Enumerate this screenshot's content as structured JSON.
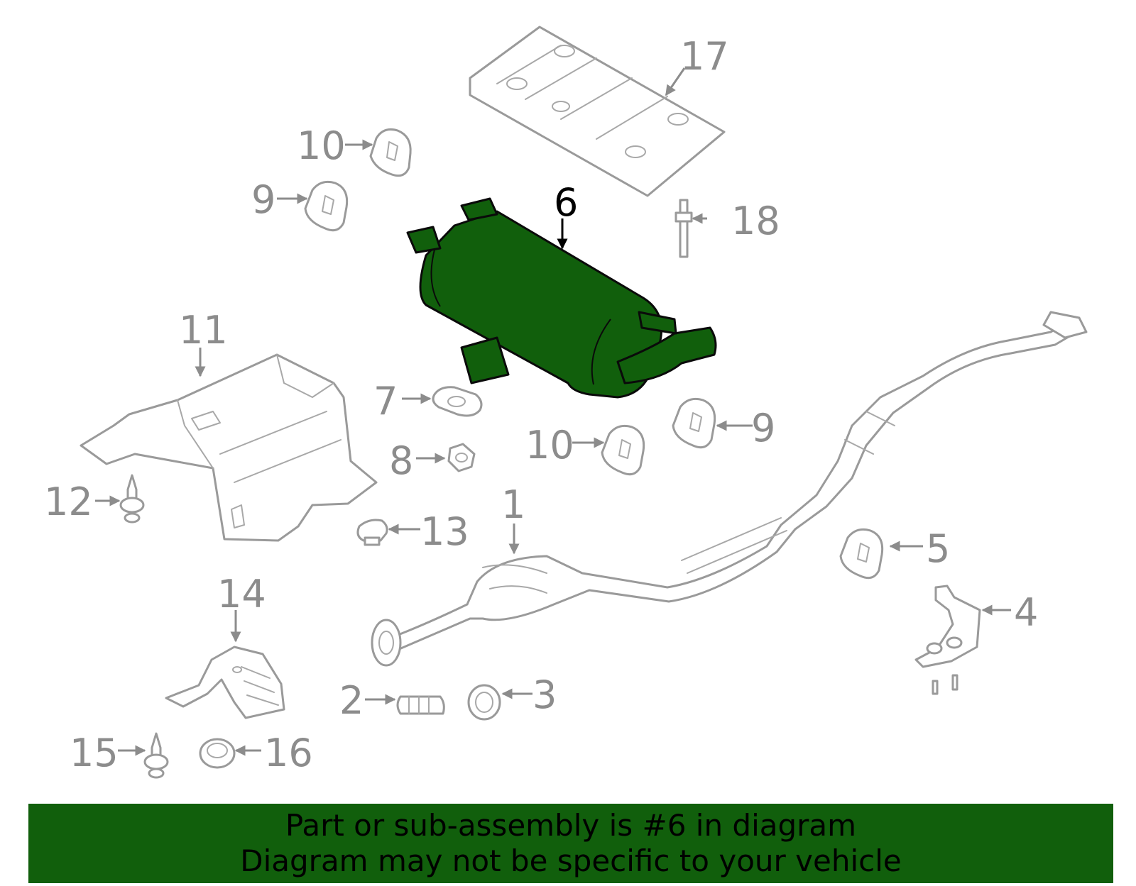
{
  "callouts": {
    "p1": "1",
    "p2": "2",
    "p3": "3",
    "p4": "4",
    "p5": "5",
    "p6": "6",
    "p7": "7",
    "p8": "8",
    "p9a": "9",
    "p9b": "9",
    "p10a": "10",
    "p10b": "10",
    "p11": "11",
    "p12": "12",
    "p13": "13",
    "p14": "14",
    "p15": "15",
    "p16": "16",
    "p17": "17",
    "p18": "18"
  },
  "highlight_part": "6",
  "colors": {
    "highlight": "#115f0c",
    "part_outline": "#9a9a9a",
    "label": "#8c8c8c"
  },
  "footer": {
    "line1": "Part or sub-assembly is #6 in diagram",
    "line2": "Diagram may not be specific to your vehicle"
  }
}
